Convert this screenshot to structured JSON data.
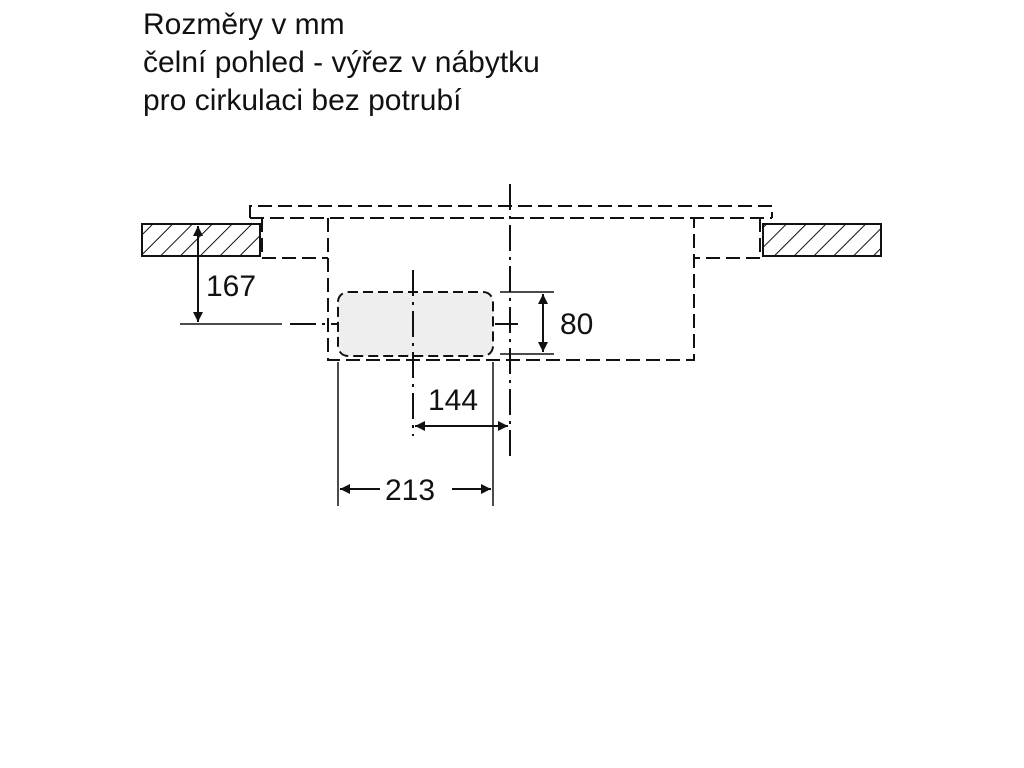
{
  "title": {
    "lines": [
      "Rozměry v mm",
      "čelní pohled - výřez v nábytku",
      "pro cirkulaci bez potrubí"
    ]
  },
  "dimensions": {
    "height_to_centerline": "167",
    "filter_height": "80",
    "offset_to_center": "144",
    "filter_width": "213"
  },
  "colors": {
    "line": "#111111",
    "filter_fill": "#eeeeee",
    "background": "#ffffff"
  }
}
